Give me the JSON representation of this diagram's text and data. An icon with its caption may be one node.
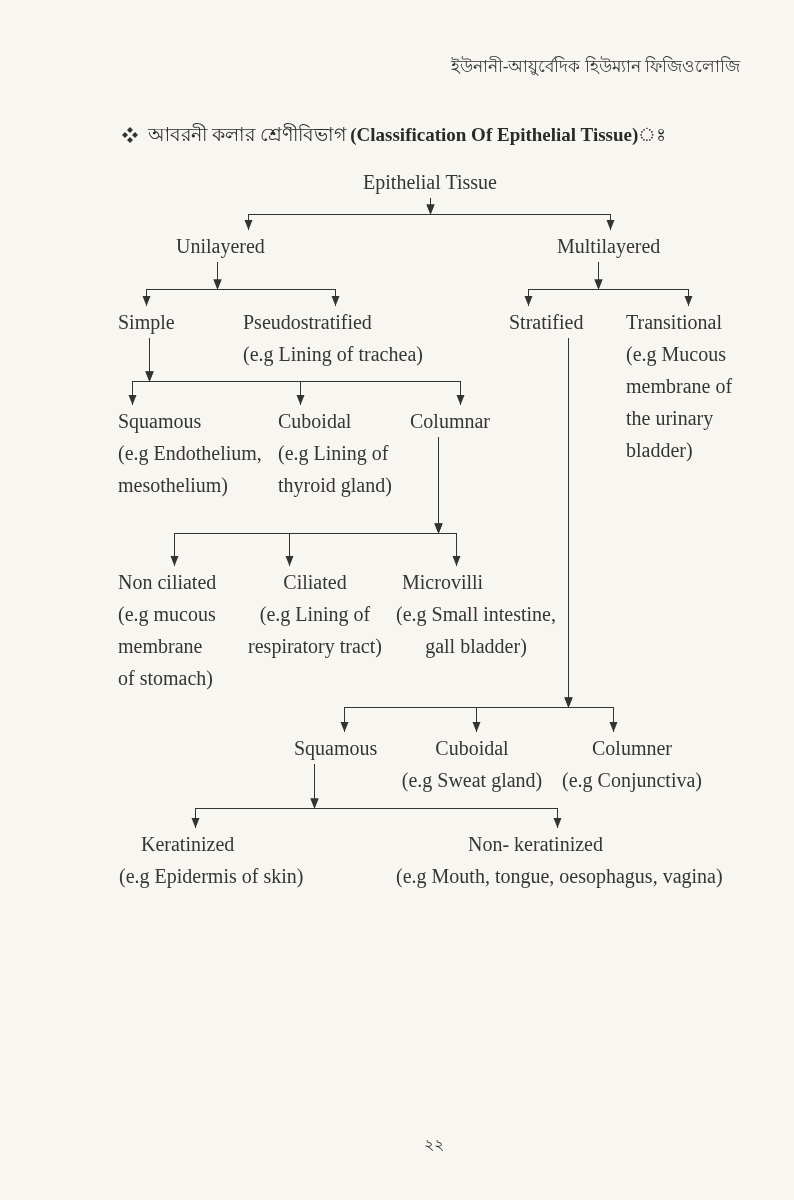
{
  "diagram": {
    "title": "আবরনী কলার শ্রেণীবিভাগ **(Classification Of Epithelial Tissue)**ঃ",
    "nodes": [
      {
        "text": [
          "Epithelial Tissue"
        ]
      },
      {
        "text": [
          "Unilayered"
        ]
      },
      {
        "text": [
          "Multilayered"
        ]
      },
      {
        "text": [
          "Simple"
        ]
      },
      {
        "text": [
          "Pseudostratified",
          "(e.g Lining of trachea)"
        ]
      },
      {
        "text": [
          "Stratified"
        ]
      },
      {
        "text": [
          "Transitional",
          "(e.g Mucous membrane of the urinary bladder)"
        ]
      },
      {
        "text": [
          "Squamous",
          "(e.g Endothelium, mesothelium)"
        ]
      },
      {
        "text": [
          "Cuboidal",
          "(e.g Lining of thyroid gland)"
        ]
      },
      {
        "text": [
          "Columnar"
        ]
      },
      {
        "text": [
          "Non ciliated",
          "(e.g mucous membrane of stomach)"
        ]
      },
      {
        "text": [
          "Ciliated",
          "(e.g Lining of respiratory tract)"
        ]
      },
      {
        "text": [
          "Microvilli",
          "(e.g Small intestine, gall bladder)"
        ]
      },
      {
        "text": [
          "Squamous"
        ]
      },
      {
        "text": [
          "Cuboidal",
          "(e.g Sweat gland)"
        ]
      },
      {
        "text": [
          "Columner",
          "(e.g Conjunctiva)"
        ]
      },
      {
        "text": [
          "Keratinized",
          "(e.g Epidermis of skin)"
        ]
      },
      {
        "text": [
          "Non- keratinized",
          "(e.g Mouth, tongue, oesophagus, vagina)"
        ]
      }
    ],
    "edges": [
      {
        "from": 0,
        "to": 1,
        "arrow": "to"
      },
      {
        "from": 0,
        "to": 2,
        "arrow": "to"
      },
      {
        "from": 1,
        "to": 3,
        "arrow": "to"
      },
      {
        "from": 1,
        "to": 4,
        "arrow": "to"
      },
      {
        "from": 2,
        "to": 5,
        "arrow": "to"
      },
      {
        "from": 2,
        "to": 6,
        "arrow": "to"
      },
      {
        "from": 3,
        "to": 7,
        "arrow": "to"
      },
      {
        "from": 3,
        "to": 8,
        "arrow": "to"
      },
      {
        "from": 3,
        "to": 9,
        "arrow": "to"
      },
      {
        "from": 9,
        "to": 10,
        "arrow": "to"
      },
      {
        "from": 9,
        "to": 11,
        "arrow": "to"
      },
      {
        "from": 9,
        "to": 12,
        "arrow": "to"
      },
      {
        "from": 5,
        "to": 13,
        "arrow": "to"
      },
      {
        "from": 5,
        "to": 14,
        "arrow": "to"
      },
      {
        "from": 5,
        "to": 15,
        "arrow": "to"
      },
      {
        "from": 13,
        "to": 16,
        "arrow": "to"
      },
      {
        "from": 13,
        "to": 17,
        "arrow": "to"
      }
    ],
    "labels": [
      "ইউনানী-আয়ুর্বেদিক হিউম্যান ফিজিওলোজি",
      "২২"
    ]
  }
}
